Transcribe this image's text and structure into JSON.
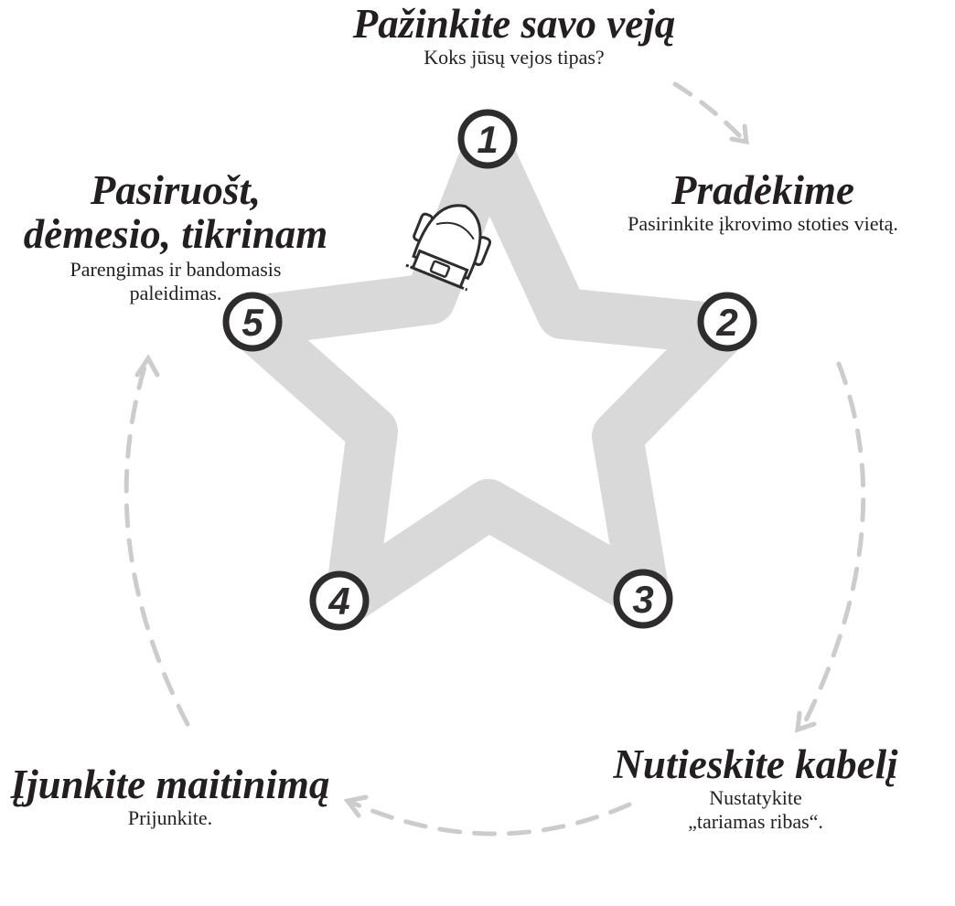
{
  "diagram": {
    "colors": {
      "star_path": "#d9d9d9",
      "text": "#231f20",
      "badge_ring": "#2f2c2d",
      "arrows": "#cccccc"
    },
    "steps": [
      {
        "number": "1",
        "title": "Pažinkite savo veją",
        "subtitle": "Koks jūsų vejos tipas?"
      },
      {
        "number": "2",
        "title": "Pradėkime",
        "subtitle": "Pasirinkite įkrovimo stoties vietą."
      },
      {
        "number": "3",
        "title": "Nutieskite kabelį",
        "subtitle_lines": [
          "Nustatykite",
          "„tariamas ribas“."
        ]
      },
      {
        "number": "4",
        "title": "Įjunkite maitinimą",
        "subtitle": "Prijunkite."
      },
      {
        "number": "5",
        "title_lines": [
          "Pasiruošt,",
          "dėmesio, tikrinam"
        ],
        "subtitle_lines": [
          "Parengimas ir bandomasis",
          "paleidimas."
        ]
      }
    ],
    "mower_icon": "robotic-mower-icon"
  }
}
